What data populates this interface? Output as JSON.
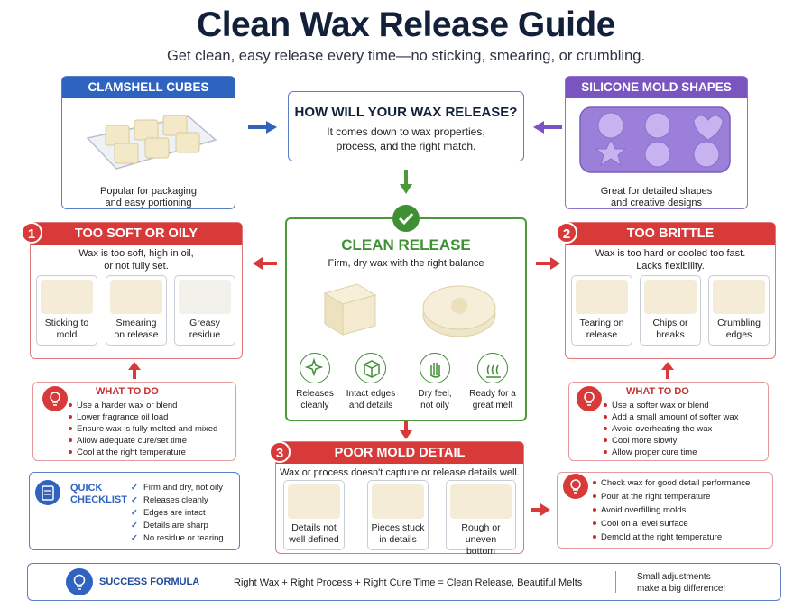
{
  "title": "Clean Wax Release Guide",
  "subtitle": "Get clean, easy release every time—no sticking, smearing, or crumbling.",
  "clamshell": {
    "header": "CLAMSHELL CUBES",
    "caption_1": "Popular for packaging",
    "caption_2": "and easy portioning"
  },
  "silicone": {
    "header": "SILICONE MOLD SHAPES",
    "caption_1": "Great for detailed shapes",
    "caption_2": "and creative designs"
  },
  "question": {
    "title": "HOW WILL YOUR WAX RELEASE?",
    "line_1": "It comes down to wax properties,",
    "line_2": "process, and the right match."
  },
  "clean": {
    "title": "CLEAN RELEASE",
    "subtitle": "Firm, dry wax with the right balance",
    "benefits": [
      {
        "line_1": "Releases",
        "line_2": "cleanly"
      },
      {
        "line_1": "Intact edges",
        "line_2": "and details"
      },
      {
        "line_1": "Dry feel,",
        "line_2": "not oily"
      },
      {
        "line_1": "Ready for a",
        "line_2": "great melt"
      }
    ]
  },
  "soft": {
    "number": "1",
    "header": "TOO SOFT OR OILY",
    "desc_1": "Wax is too soft, high in oil,",
    "desc_2": "or not fully set.",
    "tiles": [
      {
        "line_1": "Sticking to",
        "line_2": "mold"
      },
      {
        "line_1": "Smearing",
        "line_2": "on release"
      },
      {
        "line_1": "Greasy",
        "line_2": "residue"
      }
    ],
    "todo_title": "WHAT TO DO",
    "todo": [
      "Use a harder wax or blend",
      "Lower fragrance oil load",
      "Ensure wax is fully melted and mixed",
      "Allow adequate cure/set time",
      "Cool at the right temperature"
    ]
  },
  "brittle": {
    "number": "2",
    "header": "TOO BRITTLE",
    "desc_1": "Wax is too hard or cooled too fast.",
    "desc_2": "Lacks flexibility.",
    "tiles": [
      {
        "line_1": "Tearing on",
        "line_2": "release"
      },
      {
        "line_1": "Chips or",
        "line_2": "breaks"
      },
      {
        "line_1": "Crumbling",
        "line_2": "edges"
      }
    ],
    "todo_title": "WHAT TO DO",
    "todo": [
      "Use a softer wax or blend",
      "Add a small amount of softer wax",
      "Avoid overheating the wax",
      "Cool more slowly",
      "Allow proper cure time"
    ]
  },
  "detail": {
    "number": "3",
    "header": "POOR MOLD DETAIL",
    "desc": "Wax or process doesn't capture or release details well.",
    "tiles": [
      {
        "line_1": "Details not",
        "line_2": "well defined"
      },
      {
        "line_1": "Pieces stuck",
        "line_2": "in details"
      },
      {
        "line_1": "Rough or uneven",
        "line_2": "bottom"
      }
    ],
    "tips": [
      "Check wax for good detail performance",
      "Pour at the right temperature",
      "Avoid overfilling molds",
      "Cool on a level surface",
      "Demold at the right temperature"
    ]
  },
  "checklist": {
    "title_1": "QUICK",
    "title_2": "CHECKLIST",
    "items": [
      "Firm and dry, not oily",
      "Releases cleanly",
      "Edges are intact",
      "Details are sharp",
      "No residue or tearing"
    ]
  },
  "formula": {
    "label": "SUCCESS FORMULA",
    "text": "Right Wax + Right Process + Right Cure Time = Clean Release, Beautiful Melts",
    "note_1": "Small adjustments",
    "note_2": "make a big difference!"
  },
  "colors": {
    "blue": "#2f63c0",
    "purple": "#7a55c0",
    "red": "#d83a3a",
    "green": "#4b9a3a",
    "wax": "#f4ecd6"
  },
  "icons": [
    "right-arrow-icon",
    "left-arrow-icon",
    "down-arrow-icon",
    "check-circle-icon",
    "sparkle-icon",
    "box-icon",
    "hand-icon",
    "steam-icon",
    "lightbulb-icon",
    "clipboard-icon"
  ]
}
